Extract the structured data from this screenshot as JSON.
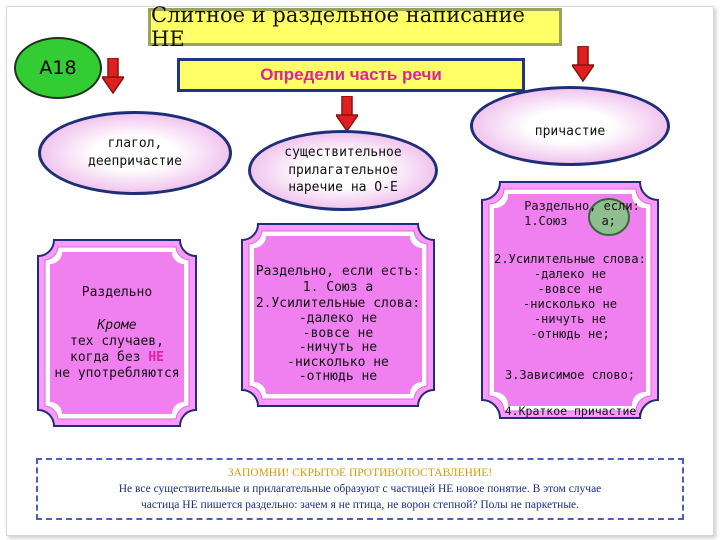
{
  "title": "Слитное и раздельное написание НЕ",
  "badge": "А18",
  "instruction": "Определи часть речи",
  "nodes": {
    "verb": [
      "глагол,",
      "деепричастие"
    ],
    "noun_adj": [
      "существительное",
      "прилагательное",
      "наречие на О-Е"
    ],
    "participle": "причастие"
  },
  "rules": {
    "verb": {
      "head": "Раздельно",
      "except_pre": "Кроме",
      "except_line2": "тех случаев,",
      "except_line3_pre": "когда без ",
      "except_line3_hl": "НЕ",
      "except_line4": "не употребляются"
    },
    "noun_adj": {
      "line1": "Раздельно, если есть:",
      "line2": "1. Союз  а",
      "line3": "2.Усилительные слова:",
      "words": [
        "-далеко не",
        "-вовсе не",
        "-ничуть не",
        "-нисколько не",
        "-отнюдь не"
      ]
    },
    "participle": {
      "line1": "Раздельно, если:",
      "line2_a": "1.Союз",
      "line2_b": "а;",
      "line3": "2.Усилительные слова:",
      "words": [
        "-далеко не",
        "-вовсе не",
        "-нисколько не",
        "-ничуть не",
        "-отнюдь не;"
      ],
      "line4": "3.Зависимое слово;",
      "line5": "4.Краткое причастие."
    }
  },
  "note": {
    "title": "ЗАПОМНИ! СКРЫТОЕ ПРОТИВОПОСТАВЛЕНИЕ!",
    "line1": "Не все существительные и прилагательные образуют с частицей НЕ новое понятие. В этом случае",
    "line2": "частица НЕ пишется раздельно: зачем я не птица, не ворон степной? Полы не паркетные."
  },
  "colors": {
    "title_bg": "#ffff66",
    "badge_green": "#33cc33",
    "arrow_red": "#e02020",
    "accent_pink": "#e0219b",
    "plaque_fill": "#ff99ff",
    "oval_edge": "#e79be3",
    "border_blue": "#1e2f77"
  }
}
